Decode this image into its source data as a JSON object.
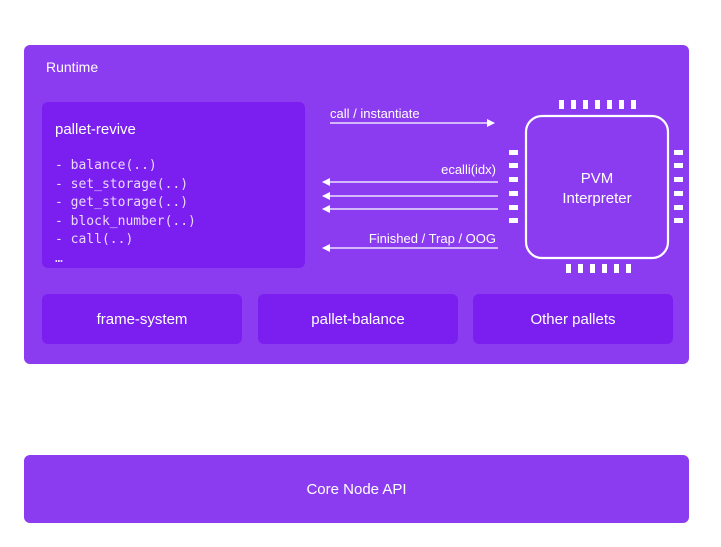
{
  "runtime": {
    "label": "Runtime",
    "pallet_revive": {
      "title": "pallet-revive",
      "functions": [
        "- balance(..)",
        "- set_storage(..)",
        "- get_storage(..)",
        "- block_number(..)",
        "- call(..)",
        "…"
      ]
    },
    "pallets": [
      "frame-system",
      "pallet-balance",
      "Other pallets"
    ]
  },
  "arrows": {
    "call": "call / instantiate",
    "ecalli": "ecalli(idx)",
    "finished": "Finished / Trap / OOG"
  },
  "pvm": {
    "line1": "PVM",
    "line2": "Interpreter"
  },
  "core": {
    "label": "Core Node API"
  }
}
